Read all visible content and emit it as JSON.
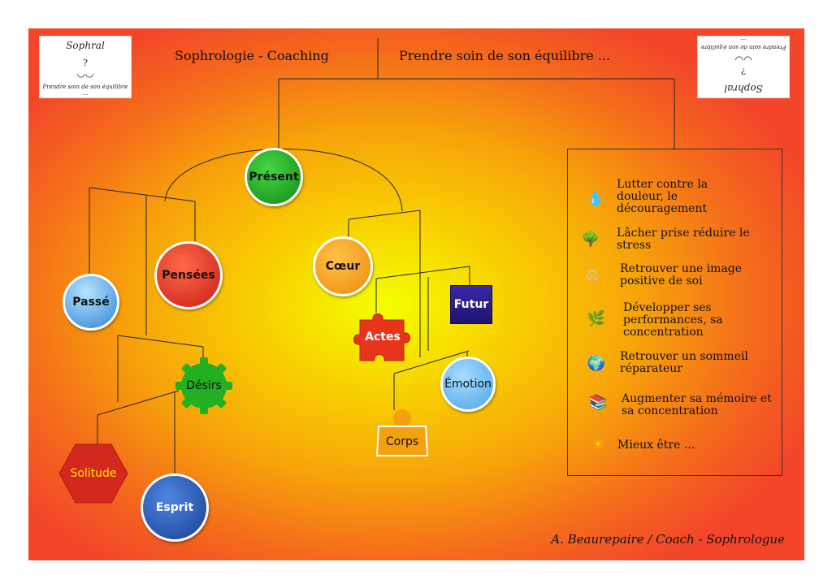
{
  "header": {
    "left_title": "Sophrologie - Coaching",
    "right_title": "Prendre soin de son équilibre ..."
  },
  "logos": {
    "left": {
      "name": "Sophral",
      "mark": "?",
      "tagline": "Prendre soin de son équilibre ..."
    },
    "right": {
      "name": "Sophral",
      "mark": "?",
      "tagline": "Prendre soin de son équilibre ..."
    }
  },
  "nodes": {
    "present": "Présent",
    "pensees": "Pensées",
    "passe": "Passé",
    "desirs": "Désirs",
    "solitude": "Solitude",
    "esprit": "Esprit",
    "coeur": "Cœur",
    "actes": "Actes",
    "futur": "Futur",
    "emotion": "Émotion",
    "corps": "Corps"
  },
  "benefits": [
    {
      "icon": "water-drop-icon",
      "text": "Lutter contre la douleur, le découragement"
    },
    {
      "icon": "tree-icon",
      "text": "Lâcher prise réduire le stress"
    },
    {
      "icon": "scales-icon",
      "text": "Retrouver une image positive de soi"
    },
    {
      "icon": "leaf-icon",
      "text": "Développer ses performances, sa concentration"
    },
    {
      "icon": "globe-icon",
      "text": "Retrouver un sommeil réparateur"
    },
    {
      "icon": "books-icon",
      "text": "Augmenter sa mémoire et sa concentration"
    },
    {
      "icon": "sun-icon",
      "text": "Mieux être ..."
    }
  ],
  "footer": {
    "signature": "A. Beaurepaire / Coach - Sophrologue"
  },
  "colors": {
    "present": "#1aa31a",
    "pensees": "#e0281e",
    "passe": "#3a93e0",
    "desirs": "#22b022",
    "solitude": "#d2281e",
    "esprit": "#1c4fa8",
    "coeur": "#f59a12",
    "actes": "#e8341a",
    "futur": "#2a1a8c",
    "emotion": "#5ab0ea",
    "corps": "#f3a10e"
  }
}
